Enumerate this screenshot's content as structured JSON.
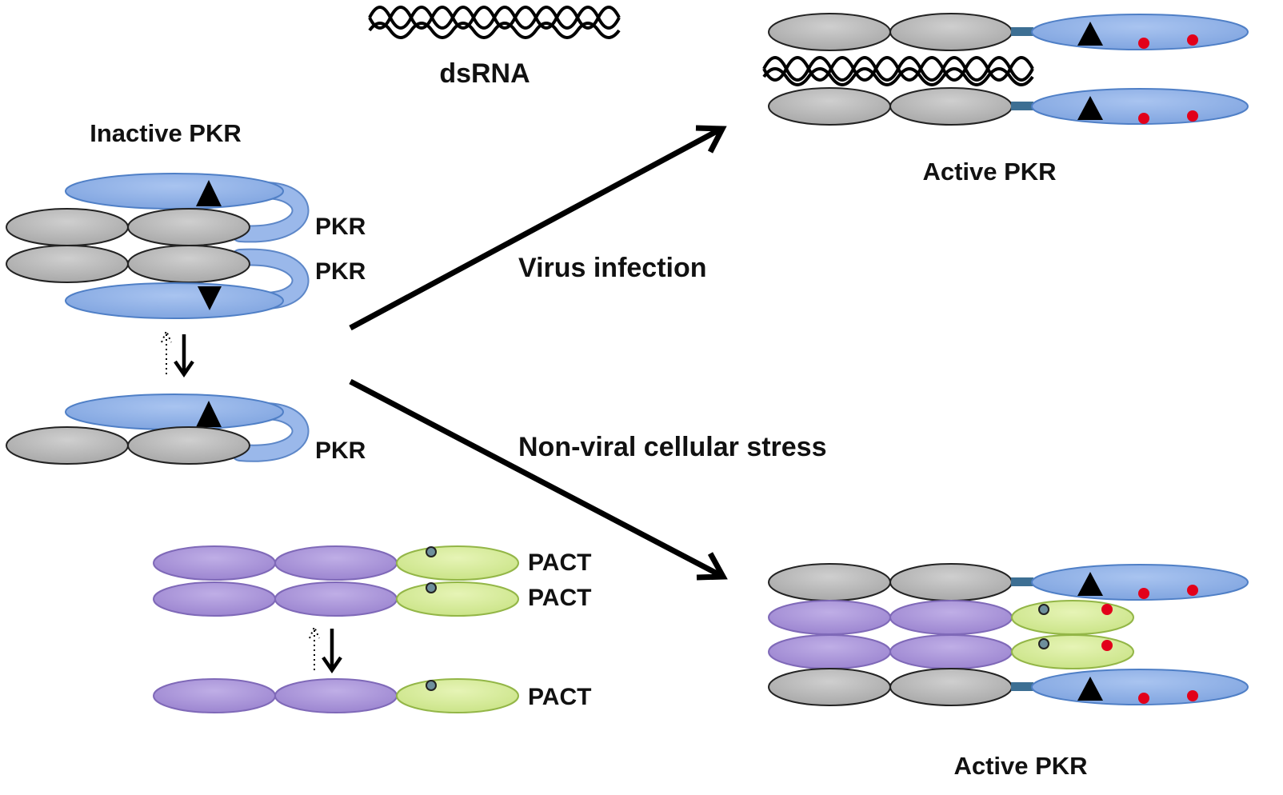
{
  "labels": {
    "dsrna": "dsRNA",
    "inactive_pkr": "Inactive PKR",
    "pkr_1": "PKR",
    "pkr_2": "PKR",
    "pkr_3": "PKR",
    "virus_infection": "Virus infection",
    "nonviral_stress": "Non-viral cellular stress",
    "active_pkr_top": "Active PKR",
    "active_pkr_bottom": "Active PKR",
    "pact_1": "PACT",
    "pact_2": "PACT",
    "pact_3": "PACT"
  },
  "colors": {
    "gray_domain": "#b3b3b3",
    "pkr_kinase": "#8fb0e6",
    "pact_purple": "#a792d6",
    "pact_green": "#d7ec9b",
    "phospho_red": "#e2001a",
    "pact_dot": "#6e8f9c",
    "linker": "#3d6f93"
  }
}
